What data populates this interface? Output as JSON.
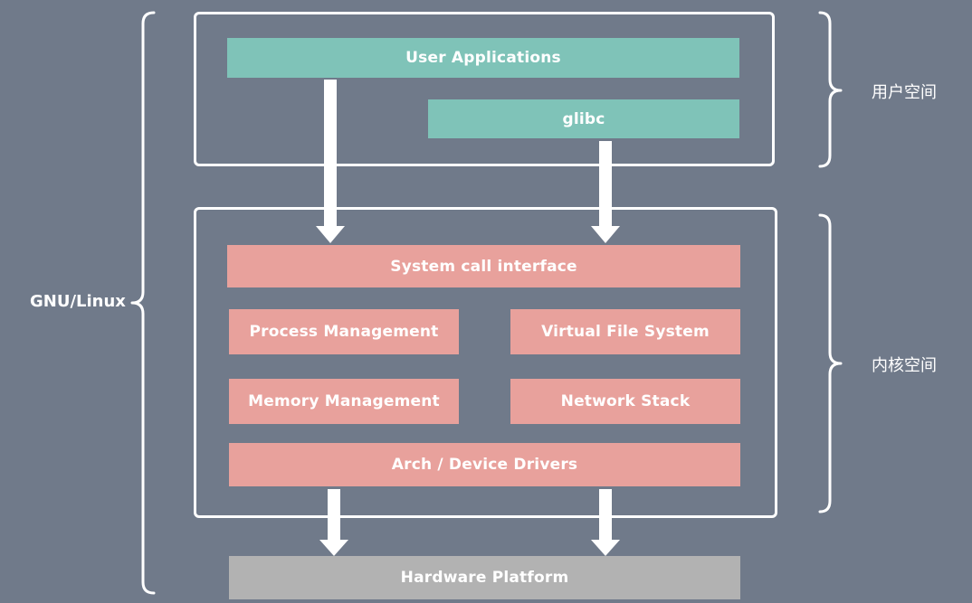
{
  "diagram": {
    "left_brace_label": "GNU/Linux",
    "user_space_label": "用户空间",
    "kernel_space_label": "内核空间",
    "user_space": {
      "user_applications": "User Applications",
      "glibc": "glibc"
    },
    "kernel_space": {
      "system_call_interface": "System call interface",
      "process_management": "Process Management",
      "virtual_file_system": "Virtual File System",
      "memory_management": "Memory Management",
      "network_stack": "Network Stack",
      "arch_device_drivers": "Arch / Device Drivers"
    },
    "hardware_platform": "Hardware Platform"
  }
}
